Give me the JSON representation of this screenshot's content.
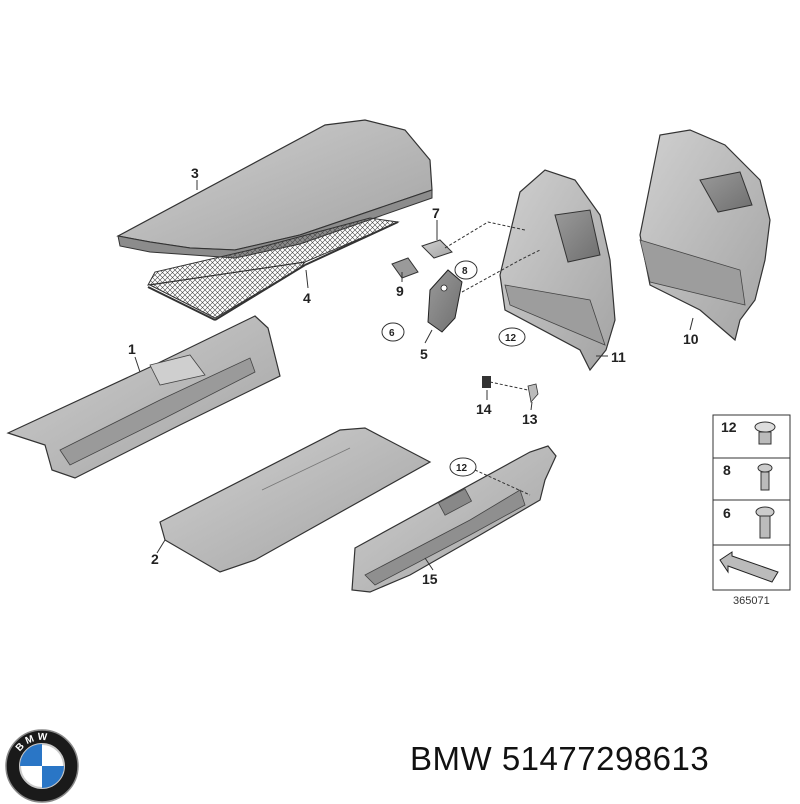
{
  "diagram": {
    "callouts": {
      "p1": "1",
      "p2": "2",
      "p3": "3",
      "p4": "4",
      "p5": "5",
      "p6": "6",
      "p7": "7",
      "p8": "8",
      "p9": "9",
      "p10": "10",
      "p11": "11",
      "p12a": "12",
      "p12b": "12",
      "p13": "13",
      "p14": "14",
      "p15": "15"
    },
    "legend": {
      "row1": "12",
      "row2": "8",
      "row3": "6"
    },
    "reference_number": "365071"
  },
  "footer": {
    "brand": "BMW",
    "part_number": "51477298613",
    "logo_letters": "BMW"
  },
  "colors": {
    "part_fill": "#b9b9b9",
    "part_shade": "#8f8f8f",
    "outline": "#333333",
    "logo_blue": "#2a76c6",
    "logo_ring": "#1a1a1a"
  }
}
